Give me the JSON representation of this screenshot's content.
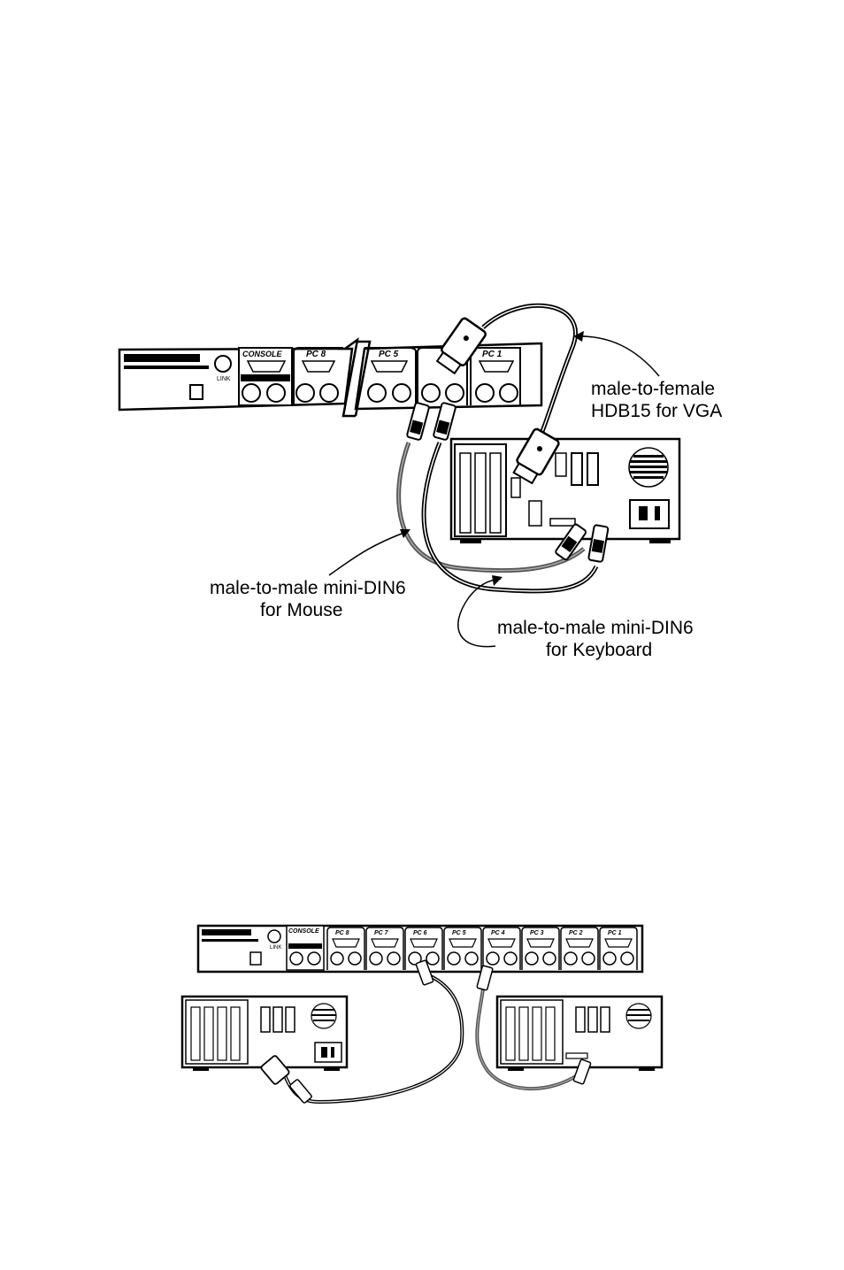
{
  "diagram1": {
    "callouts": {
      "vga_line1": "male-to-female",
      "vga_line2": "HDB15 for VGA",
      "mouse_line1": "male-to-male mini-DIN6",
      "mouse_line2": "for Mouse",
      "keyboard_line1": "male-to-male mini-DIN6",
      "keyboard_line2": "for Keyboard"
    },
    "switch_panel": {
      "console_label": "CONSOLE",
      "link_label": "LINK",
      "port_labels": [
        "PC 8",
        "PC 5",
        "PC 1"
      ]
    }
  },
  "diagram2": {
    "switch_panel": {
      "console_label": "CONSOLE",
      "link_label": "LINK",
      "port_labels": [
        "PC 8",
        "PC 7",
        "PC 6",
        "PC 5",
        "PC 4",
        "PC 3",
        "PC 2",
        "PC 1"
      ]
    }
  }
}
